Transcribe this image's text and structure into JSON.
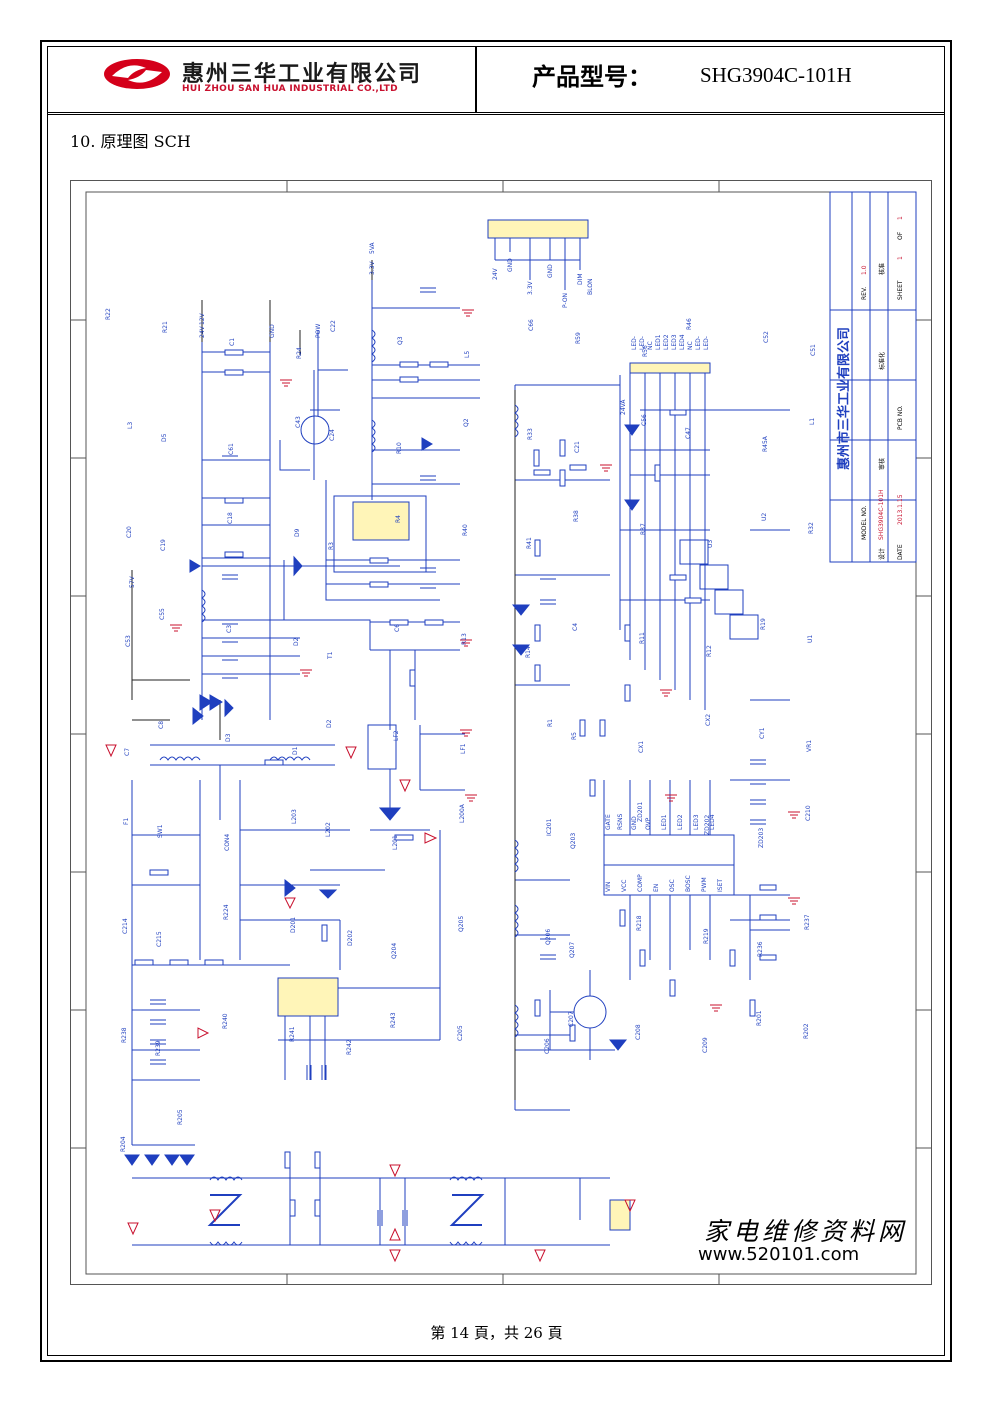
{
  "header": {
    "company_cn": "惠州三华工业有限公司",
    "company_en": "HUI ZHOU SAN HUA INDUSTRIAL CO.,LTD",
    "model_label": "产品型号：",
    "model_value": "SHG3904C-101H"
  },
  "section": {
    "title": "10.  原理图   SCH"
  },
  "footer": {
    "page": "第 14 頁，共 26 頁"
  },
  "watermark": {
    "cn": "家电维修资料网",
    "url": "www.520101.com"
  },
  "colors": {
    "wire": "#1f3fbf",
    "label": "#1f3fbf",
    "title_block": "#c8102e",
    "logo": "#d4001a"
  },
  "schematic": {
    "rails": [
      "24V",
      "GND",
      "3.3V",
      "5VA",
      "12V",
      "57V",
      "POW",
      "24VA"
    ],
    "connectors": {
      "CON3": [
        "24V",
        "GND",
        "3.3V",
        "GND",
        "P-ON",
        "DIM",
        "BLON"
      ],
      "CN201": [
        "LED-",
        "LED-",
        "NC",
        "LED1",
        "LED2",
        "LED3",
        "LED4",
        "NC",
        "LED-",
        "LED-"
      ]
    },
    "ic_pins": [
      "GATE",
      "RSNS",
      "GND",
      "OVP",
      "LED1",
      "LED2",
      "LED3",
      "LED4",
      "VIN",
      "VCC",
      "COMP",
      "EN",
      "OSC",
      "BOSC",
      "PWM",
      "ISET"
    ],
    "parts": [
      "R22",
      "R21",
      "C1",
      "R24",
      "C22",
      "Q3",
      "L5",
      "C66",
      "R59",
      "R56",
      "R46",
      "C52",
      "C51",
      "L3",
      "D5",
      "C61",
      "C43",
      "C24",
      "R10",
      "Q2",
      "R33",
      "C21",
      "C56",
      "C47",
      "R45A",
      "L1",
      "C20",
      "C19",
      "C18",
      "D9",
      "R3",
      "R4",
      "R40",
      "R41",
      "R38",
      "R37",
      "U3",
      "U2",
      "R32",
      "C53",
      "C55",
      "C3",
      "D2",
      "T1",
      "C6",
      "R13",
      "R14",
      "C4",
      "R11",
      "R12",
      "R19",
      "U1",
      "C7",
      "C8",
      "D3",
      "D1",
      "D2",
      "LF2",
      "LF1",
      "R1",
      "R5",
      "CX1",
      "CX2",
      "CY1",
      "VR1",
      "F1",
      "SW1",
      "CON4",
      "L203",
      "L202",
      "L201",
      "L200A",
      "IC201",
      "Q203",
      "ZD201",
      "ZD202",
      "ZD203",
      "C210",
      "C214",
      "C215",
      "R224",
      "D201",
      "D202",
      "Q204",
      "Q205",
      "Q206",
      "Q207",
      "R218",
      "R219",
      "R236",
      "R237",
      "R238",
      "R239",
      "R240",
      "R241",
      "R242",
      "R243",
      "C205",
      "C206",
      "C207",
      "C208",
      "C209",
      "R201",
      "R202",
      "R204",
      "R205"
    ],
    "title_block": {
      "company": "惠州市三华工业有限公司",
      "model_no_label": "MODEL NO.",
      "model_no": "SHG3904C-101H",
      "rev_label": "REV.",
      "rev": "1.0",
      "sheet_label": "SHEET",
      "sheet": "1",
      "of_label": "OF",
      "of": "1",
      "design_label": "设计",
      "date_label": "DATE",
      "date": "2013.1.15",
      "check_label": "审核",
      "approve_label": "核准",
      "std_label": "标准化",
      "pcb_label": "PCB NO."
    }
  }
}
